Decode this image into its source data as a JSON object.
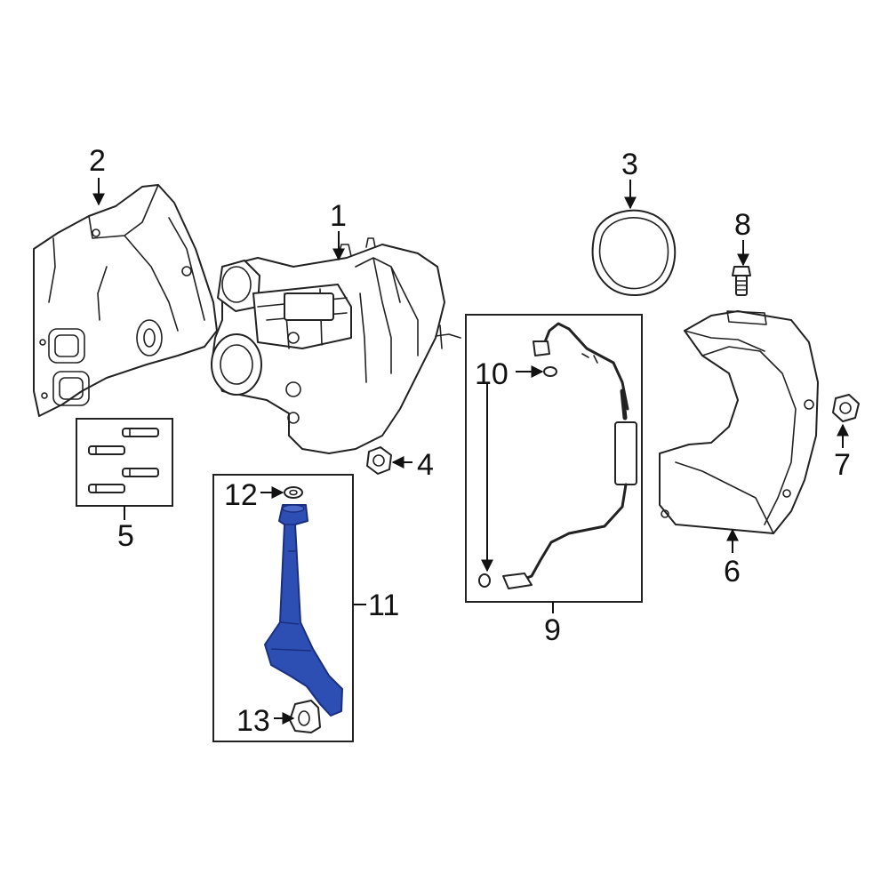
{
  "diagram": {
    "callouts": [
      {
        "id": "c1",
        "label": "1"
      },
      {
        "id": "c2",
        "label": "2"
      },
      {
        "id": "c3",
        "label": "3"
      },
      {
        "id": "c4",
        "label": "4"
      },
      {
        "id": "c5",
        "label": "5"
      },
      {
        "id": "c6",
        "label": "6"
      },
      {
        "id": "c7",
        "label": "7"
      },
      {
        "id": "c8",
        "label": "8"
      },
      {
        "id": "c9",
        "label": "9"
      },
      {
        "id": "c10",
        "label": "10"
      },
      {
        "id": "c11",
        "label": "11"
      },
      {
        "id": "c12",
        "label": "12"
      },
      {
        "id": "c13",
        "label": "13"
      }
    ],
    "colors": {
      "line": "#222222",
      "highlight": "#2d4fb4",
      "highlight_stroke": "#1a2f80",
      "background": "#ffffff"
    }
  }
}
